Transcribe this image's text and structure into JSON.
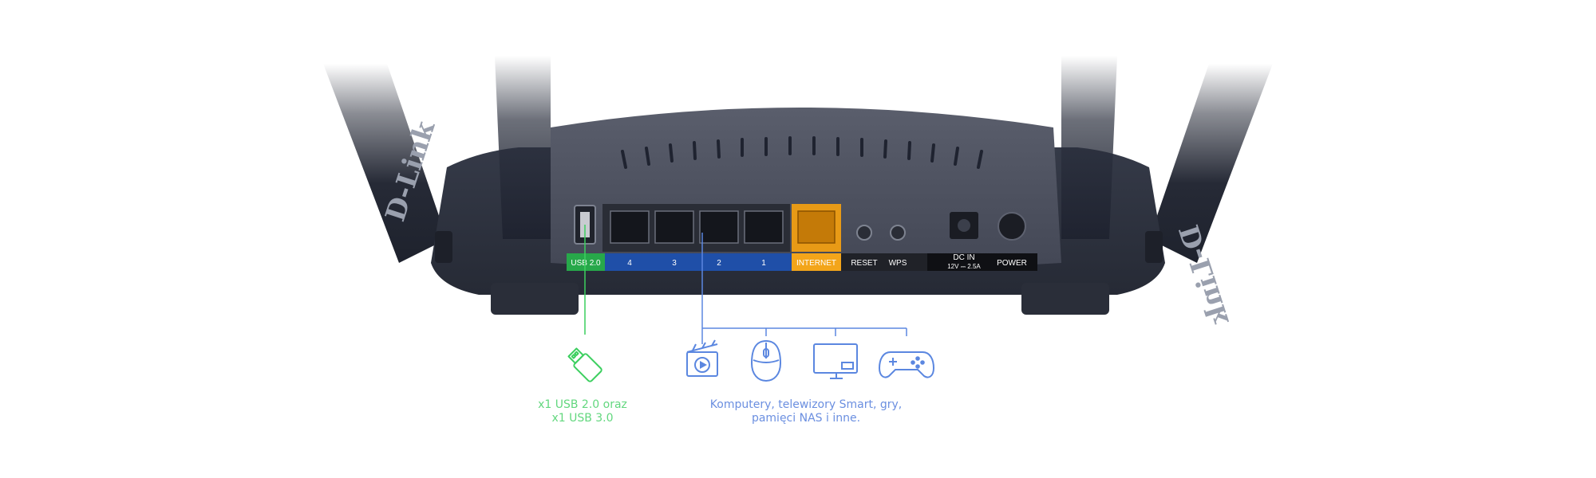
{
  "brand": {
    "logo_text": "D-Link"
  },
  "panel": {
    "usb_label": "USB 2.0",
    "lan_labels": [
      "4",
      "3",
      "2",
      "1"
    ],
    "internet_label": "INTERNET",
    "reset_label": "RESET",
    "wps_label": "WPS",
    "dcin_label": "DC IN",
    "dcin_spec": "12V ⎓ 2.5A",
    "power_label": "POWER"
  },
  "callouts": {
    "usb_line1": "x1 USB 2.0 oraz",
    "usb_line2": "x1 USB 3.0",
    "lan_line1": "Komputery, telewizory Smart, gry,",
    "lan_line2": "pamięci NAS i inne."
  },
  "colors": {
    "usb_accent": "#3ccf5f",
    "lan_accent": "#5b87e0",
    "lan_band": "#1f4fa8",
    "internet_band": "#f3a51a",
    "usb_band": "#27a84a",
    "body": "#2f3442"
  },
  "icons": [
    "usb-stick-icon",
    "media-player-icon",
    "mouse-icon",
    "smart-tv-icon",
    "gamepad-icon"
  ]
}
